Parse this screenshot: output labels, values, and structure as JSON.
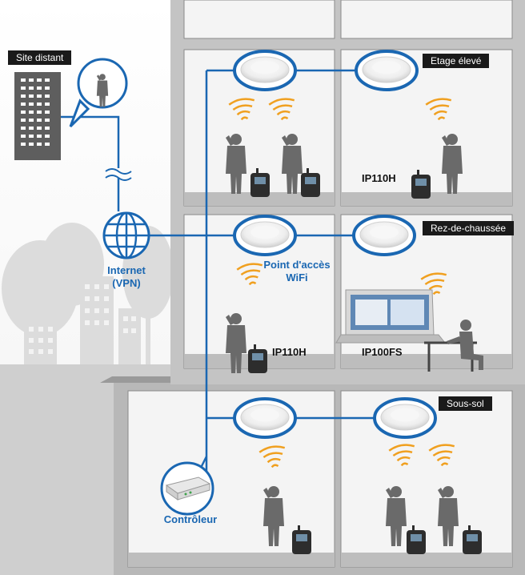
{
  "labels": {
    "site_distant": "Site distant",
    "etage_eleve": "Etage élevé",
    "rez_de_chaussee": "Rez-de-chaussée",
    "sous_sol": "Sous-sol",
    "internet_line1": "Internet",
    "internet_line2": "(VPN)",
    "point_acces_line1": "Point d'accès",
    "point_acces_line2": "WiFi",
    "controleur": "Contrôleur",
    "ip110h_top": "IP110H",
    "ip110h_mid": "IP110H",
    "ip100fs": "IP100FS"
  },
  "colors": {
    "network_line": "#1a67b2",
    "ap_ring": "#1a67b2",
    "wifi_waves": "#f0a020",
    "building_frame": "#a9a9a9",
    "floor_slab": "#bdbdbd",
    "ground": "#cfcfcf",
    "tag_background": "#1a1a1a",
    "label_blue": "#1a67b2"
  },
  "icons": [
    "office-tower-icon",
    "globe-icon",
    "access-point-icon",
    "wifi-waves-icon",
    "person-silhouette-icon",
    "radio-icon",
    "laptop-icon",
    "controller-icon"
  ]
}
